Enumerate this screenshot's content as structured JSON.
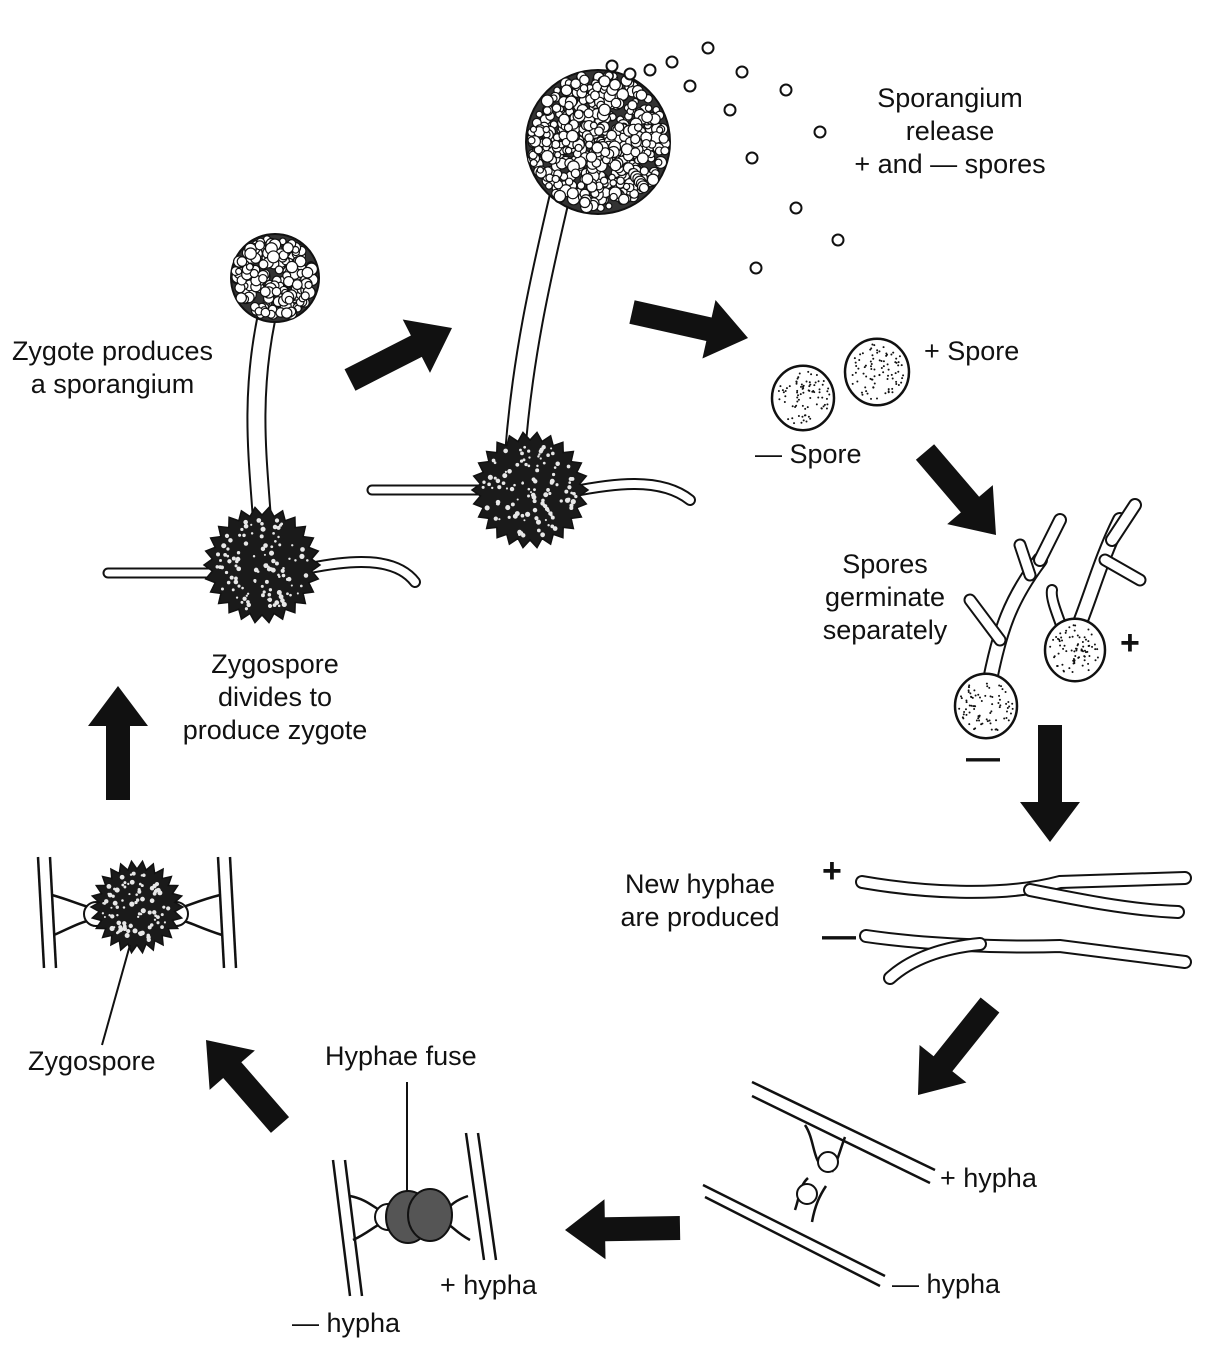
{
  "colors": {
    "ink": "#111111",
    "paper": "#ffffff"
  },
  "labels": {
    "sporangium_release": [
      "Sporangium",
      "release",
      "+ and — spores"
    ],
    "plus_spore": "+ Spore",
    "minus_spore": "— Spore",
    "spores_germinate": [
      "Spores",
      "germinate",
      "separately"
    ],
    "plus_sign": "+",
    "minus_sign": "—",
    "new_hyphae": [
      "New hyphae",
      "are produced"
    ],
    "plus_hypha": "+ hypha",
    "minus_hypha": "— hypha",
    "hyphae_fuse": "Hyphae fuse",
    "zygospore": "Zygospore",
    "zygospore_divides": [
      "Zygospore",
      "divides to",
      "produce zygote"
    ],
    "zygote_produces": [
      "Zygote produces",
      "a sporangium"
    ]
  }
}
